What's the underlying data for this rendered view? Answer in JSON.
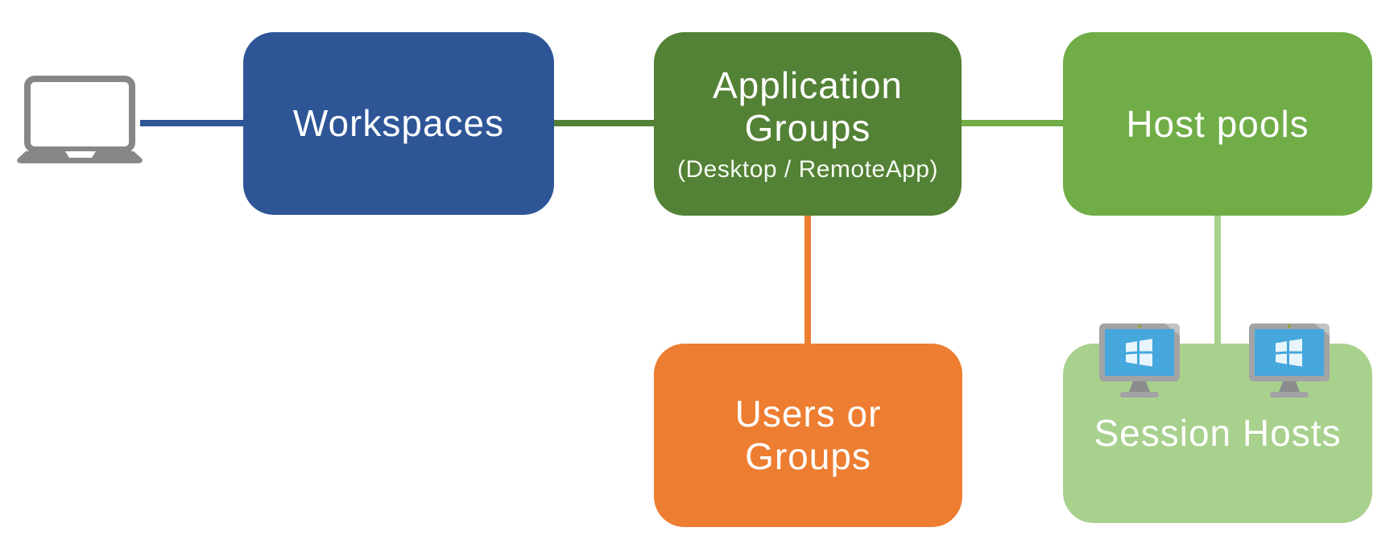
{
  "diagram": {
    "background_color": "#FFFFFF",
    "text_color": "#FFFFFF"
  },
  "nodes": {
    "client_device": {
      "icon": "laptop-icon"
    },
    "workspaces": {
      "label": "Workspaces",
      "color": "#2E5697"
    },
    "application_groups": {
      "label": "Application Groups",
      "sublabel": "(Desktop / RemoteApp)",
      "color": "#538135"
    },
    "host_pools": {
      "label": "Host pools",
      "color": "#70AD47"
    },
    "users_or_groups": {
      "label": "Users or Groups",
      "color": "#ED7D31"
    },
    "session_hosts": {
      "label": "Session Hosts",
      "color": "#A9D18E",
      "icon": "windows-monitor-icon",
      "icon_count": 2
    }
  },
  "connectors": {
    "client_to_workspaces": {
      "from": "client-device",
      "to": "workspaces",
      "orientation": "horizontal",
      "color": "#2E5697"
    },
    "workspaces_to_application_groups": {
      "from": "workspaces",
      "to": "application-groups",
      "orientation": "horizontal",
      "color": "#538135"
    },
    "application_groups_to_host_pools": {
      "from": "application-groups",
      "to": "host-pools",
      "orientation": "horizontal",
      "color": "#70AD47"
    },
    "application_groups_to_users_or_groups": {
      "from": "application-groups",
      "to": "users-or-groups",
      "orientation": "vertical",
      "color": "#ED7D31"
    },
    "host_pools_to_session_hosts": {
      "from": "host-pools",
      "to": "session-hosts",
      "orientation": "vertical",
      "color": "#A9D18E"
    }
  },
  "icon_colors": {
    "laptop_gray": "#868789",
    "monitor_bezel_gray": "#A2A3A5",
    "monitor_bezel_highlight": "#C2C3C5",
    "monitor_screen_blue": "#45A7DC",
    "monitor_logo_white": "#E8F5FC",
    "monitor_stand_gray": "#8A8C8E",
    "monitor_camera_dot": "#99A33C"
  }
}
